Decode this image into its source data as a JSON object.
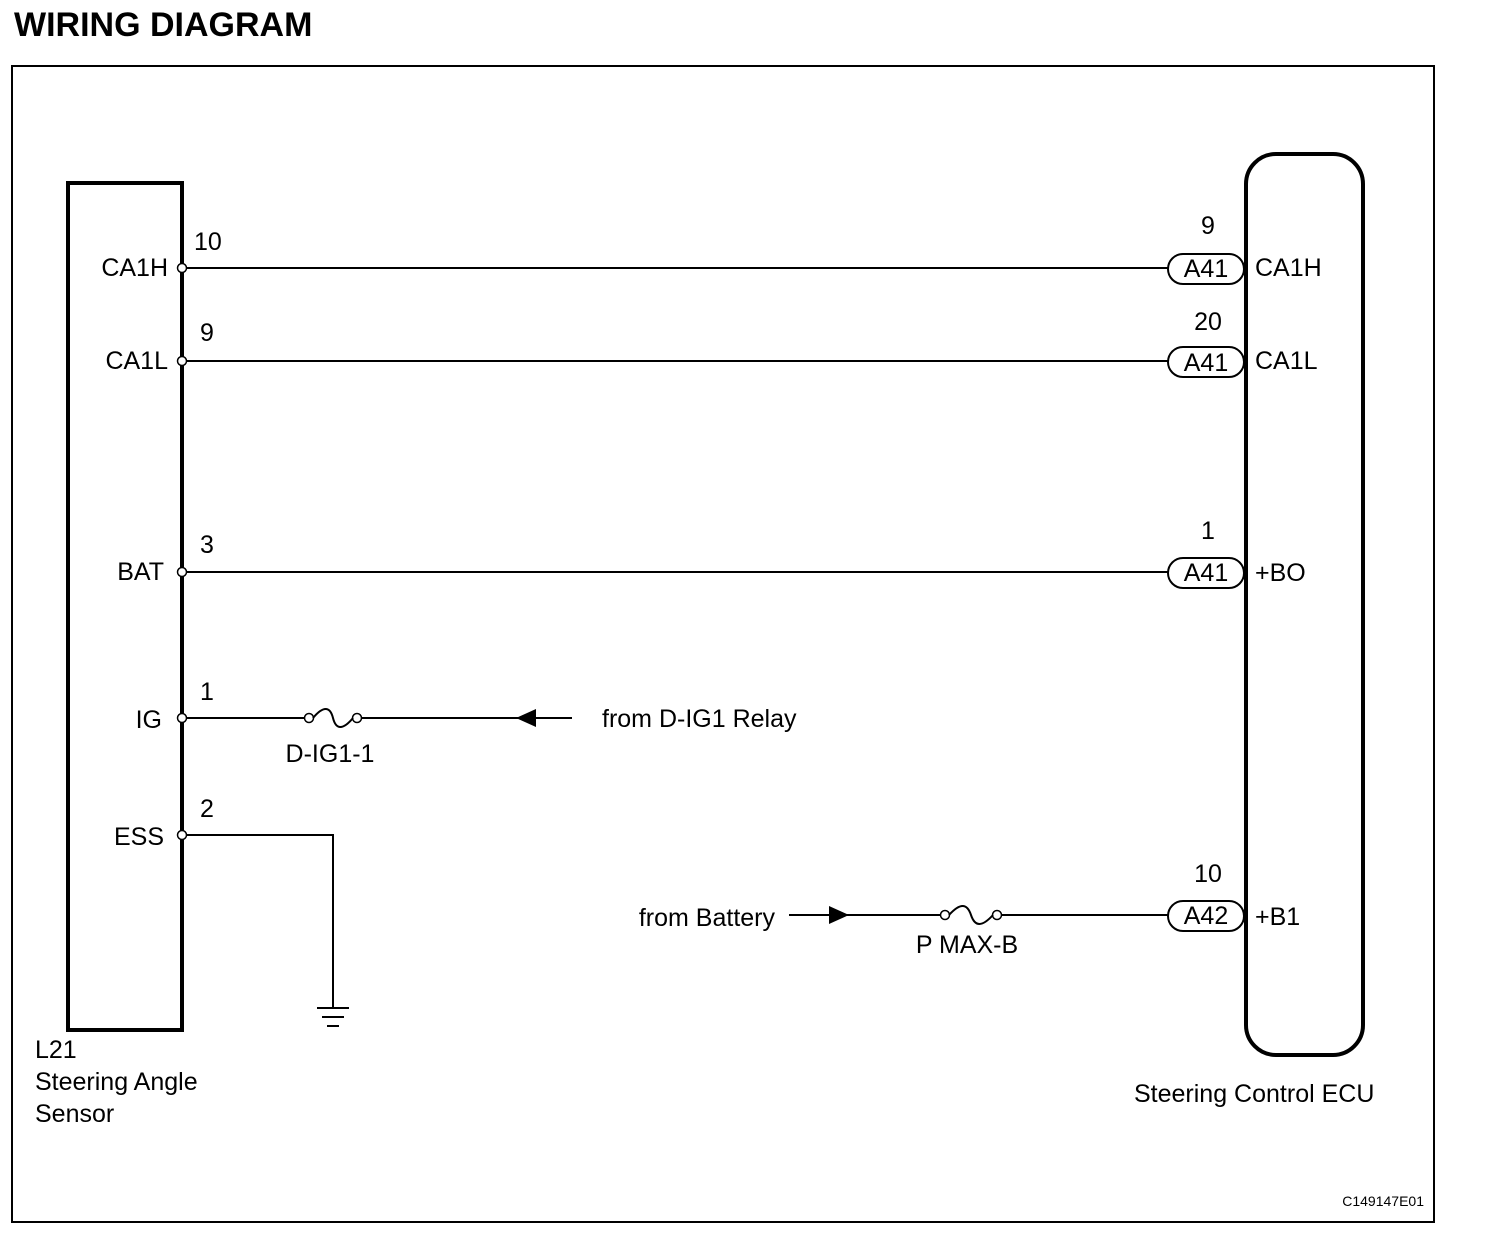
{
  "title": "WIRING DIAGRAM",
  "sensor": {
    "connector": "L21",
    "name_line1": "Steering Angle",
    "name_line2": "Sensor"
  },
  "ecu": {
    "name": "Steering Control ECU"
  },
  "sensor_pins": [
    {
      "signal": "CA1H",
      "pin": "10"
    },
    {
      "signal": "CA1L",
      "pin": "9"
    },
    {
      "signal": "BAT",
      "pin": "3"
    },
    {
      "signal": "IG",
      "pin": "1"
    },
    {
      "signal": "ESS",
      "pin": "2"
    }
  ],
  "ecu_pins": [
    {
      "connector": "A41",
      "pin": "9",
      "signal": "CA1H"
    },
    {
      "connector": "A41",
      "pin": "20",
      "signal": "CA1L"
    },
    {
      "connector": "A41",
      "pin": "1",
      "signal": "+BO"
    },
    {
      "connector": "A42",
      "pin": "10",
      "signal": "+B1"
    }
  ],
  "fuses": {
    "ig": "D-IG1-1",
    "battery": "P MAX-B"
  },
  "sources": {
    "ig": "from D-IG1 Relay",
    "battery": "from Battery"
  },
  "figure_code": "C149147E01"
}
